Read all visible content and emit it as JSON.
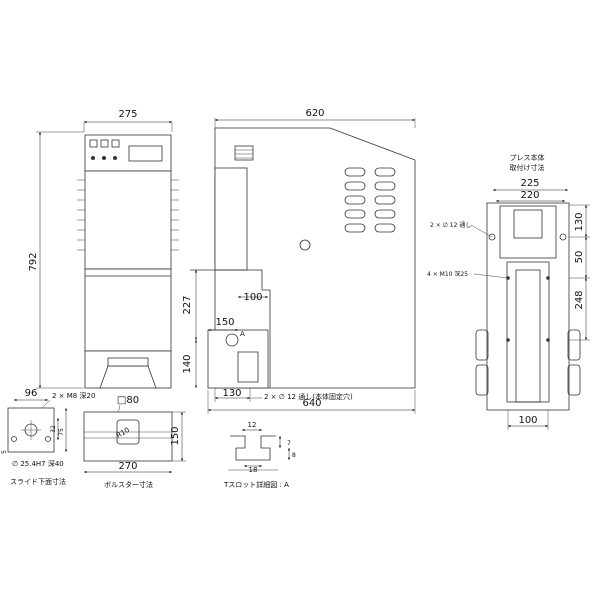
{
  "front_view": {
    "width_dim": "275",
    "height_dim": "792"
  },
  "side_view": {
    "width_dim": "620",
    "base_width_dim": "640",
    "offset_130": "130",
    "dim_100": "100",
    "dim_150": "150",
    "dim_227": "227",
    "dim_140": "140",
    "hole_note": "2 × ∅ 12 通し(本体固定穴)",
    "mark_a": "A"
  },
  "mount_view": {
    "title_line1": "プレス本体",
    "title_line2": "取付け寸法",
    "dim_225": "225",
    "dim_220": "220",
    "dim_130": "130",
    "dim_50": "50",
    "dim_248": "248",
    "dim_100": "100",
    "hole_note": "2 × ∅ 12 通し",
    "tap_note": "4 × M10 深25"
  },
  "slide_view": {
    "dim_96": "96",
    "tap_note": "2 × M8 深20",
    "dim_32": "32",
    "dim_75": "75",
    "dim_5": "5",
    "bore_note": "∅ 25.4H7 深40",
    "caption": "スライド下面寸法"
  },
  "bolster_view": {
    "dim_80": "□80",
    "radius": "R10",
    "dim_150": "150",
    "dim_270": "270",
    "caption": "ボルスター寸法"
  },
  "tslot_view": {
    "dim_12": "12",
    "dim_7": "7",
    "dim_8": "8",
    "dim_18": "18",
    "caption": "Tスロット詳細図 : A"
  }
}
